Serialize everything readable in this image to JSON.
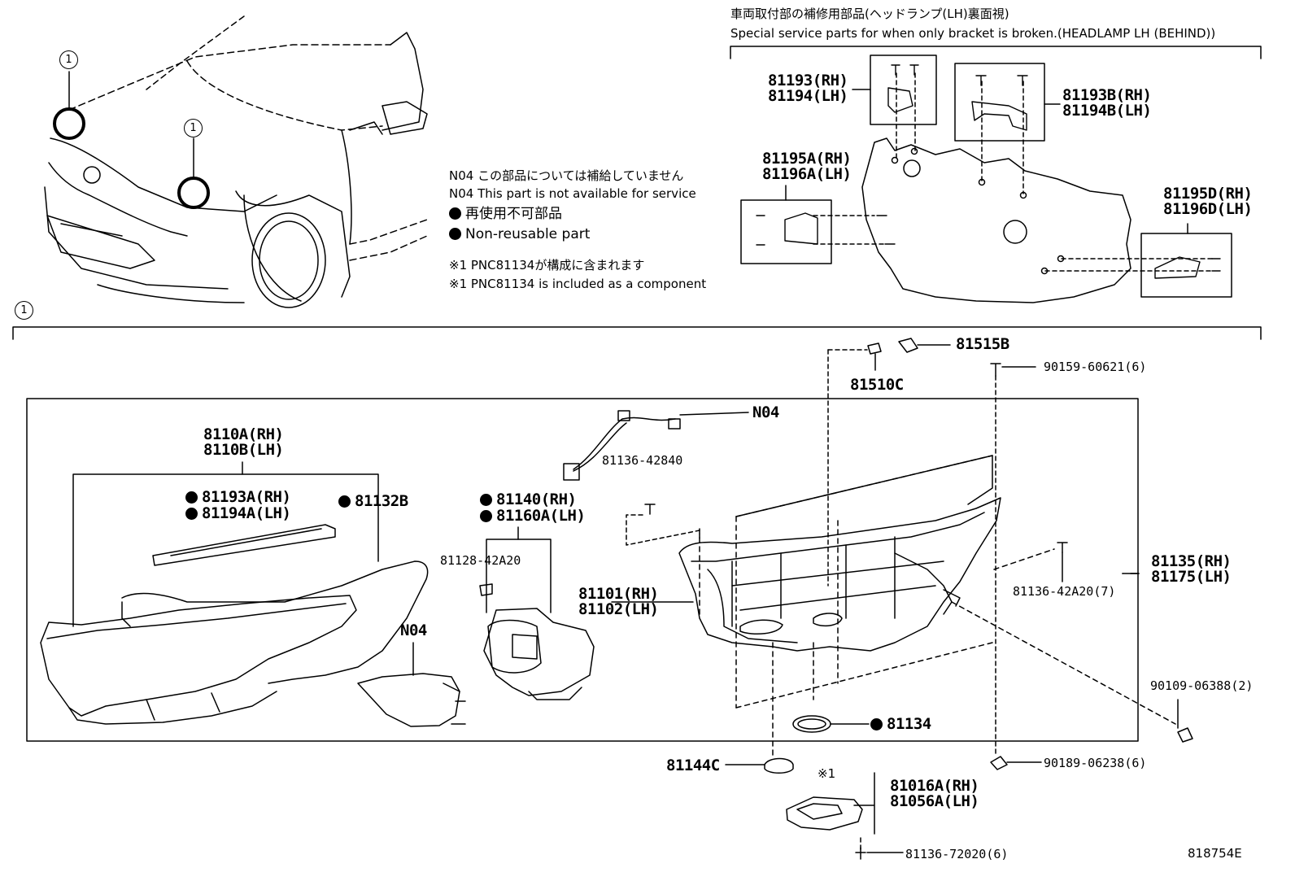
{
  "diagram": {
    "figure_id": "818754E",
    "callout_number": "1",
    "service_note": {
      "jp": "車両取付部の補修用部品(ヘッドランプ(LH)裏面視)",
      "en": "Special service parts for when only bracket is broken.(HEADLAMP LH (BEHIND))"
    },
    "legend": {
      "n04_jp": "N04 この部品については補給していません",
      "n04_en": "N04 This part is not available for service",
      "nonreuse_jp": "再使用不可部品",
      "nonreuse_en": "Non-reusable part",
      "pnc_jp": "※1 PNC81134が構成に含まれます",
      "pnc_en": "※1 PNC81134 is included as a component"
    },
    "labels": {
      "p81193": "81193(RH)",
      "p81194": "81194(LH)",
      "p81193B": "81193B(RH)",
      "p81194B": "81194B(LH)",
      "p81195A": "81195A(RH)",
      "p81196A": "81196A(LH)",
      "p81195D": "81195D(RH)",
      "p81196D": "81196D(LH)",
      "p81515B": "81515B",
      "p90159": "90159-60621(6)",
      "p81510C": "81510C",
      "n04_top": "N04",
      "p8110A": "8110A(RH)",
      "p8110B": "8110B(LH)",
      "p81193A": "81193A(RH)",
      "p81194A": "81194A(LH)",
      "p81132B": "81132B",
      "p81140": "81140(RH)",
      "p81160A": "81160A(LH)",
      "p81136_42840": "81136-42840",
      "p81128": "81128-42A20",
      "p81101": "81101(RH)",
      "p81102": "81102(LH)",
      "n04_mid": "N04",
      "p81135": "81135(RH)",
      "p81175": "81175(LH)",
      "p81136_42A20": "81136-42A20(7)",
      "p90109": "90109-06388(2)",
      "p81134": "81134",
      "p81144C": "81144C",
      "p90189": "90189-06238(6)",
      "mark1": "※1",
      "p81016A": "81016A(RH)",
      "p81056A": "81056A(LH)",
      "p81136_72020": "81136-72020(6)"
    }
  }
}
